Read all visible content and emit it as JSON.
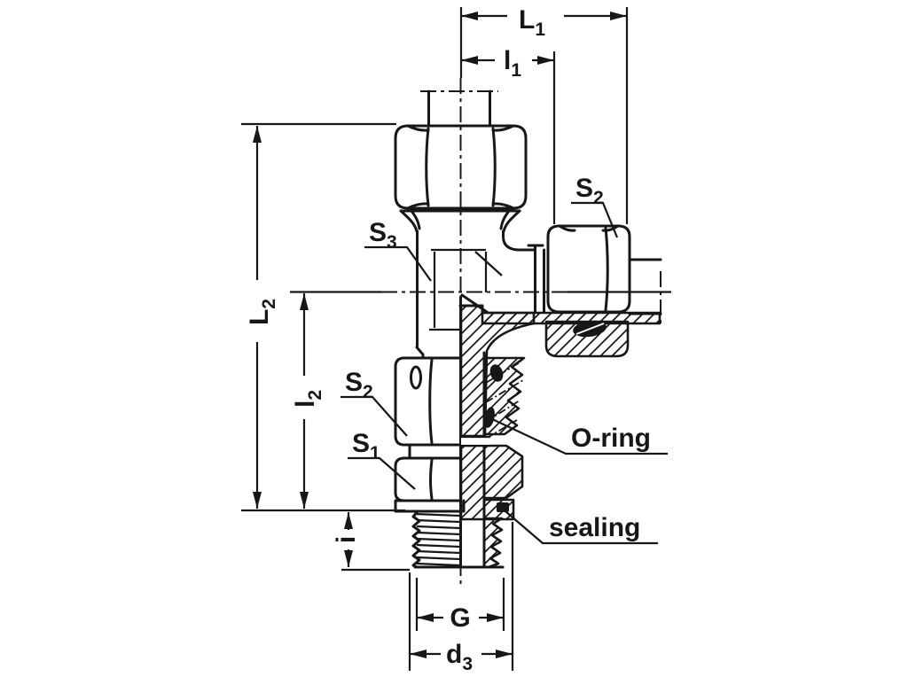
{
  "colors": {
    "ink": "#171717",
    "background": "#ffffff"
  },
  "labels": {
    "L1": {
      "main": "L",
      "sub": "1"
    },
    "l1": {
      "main": "l",
      "sub": "1"
    },
    "L2": {
      "main": "L",
      "sub": "2"
    },
    "l2": {
      "main": "l",
      "sub": "2"
    },
    "i": {
      "main": "i",
      "sub": ""
    },
    "G": {
      "main": "G",
      "sub": ""
    },
    "d3": {
      "main": "d",
      "sub": "3"
    },
    "S1": {
      "main": "S",
      "sub": "1"
    },
    "S2_left": {
      "main": "S",
      "sub": "2"
    },
    "S2_right": {
      "main": "S",
      "sub": "2"
    },
    "S3": {
      "main": "S",
      "sub": "3"
    },
    "o_ring": "O-ring",
    "sealing": "sealing"
  }
}
